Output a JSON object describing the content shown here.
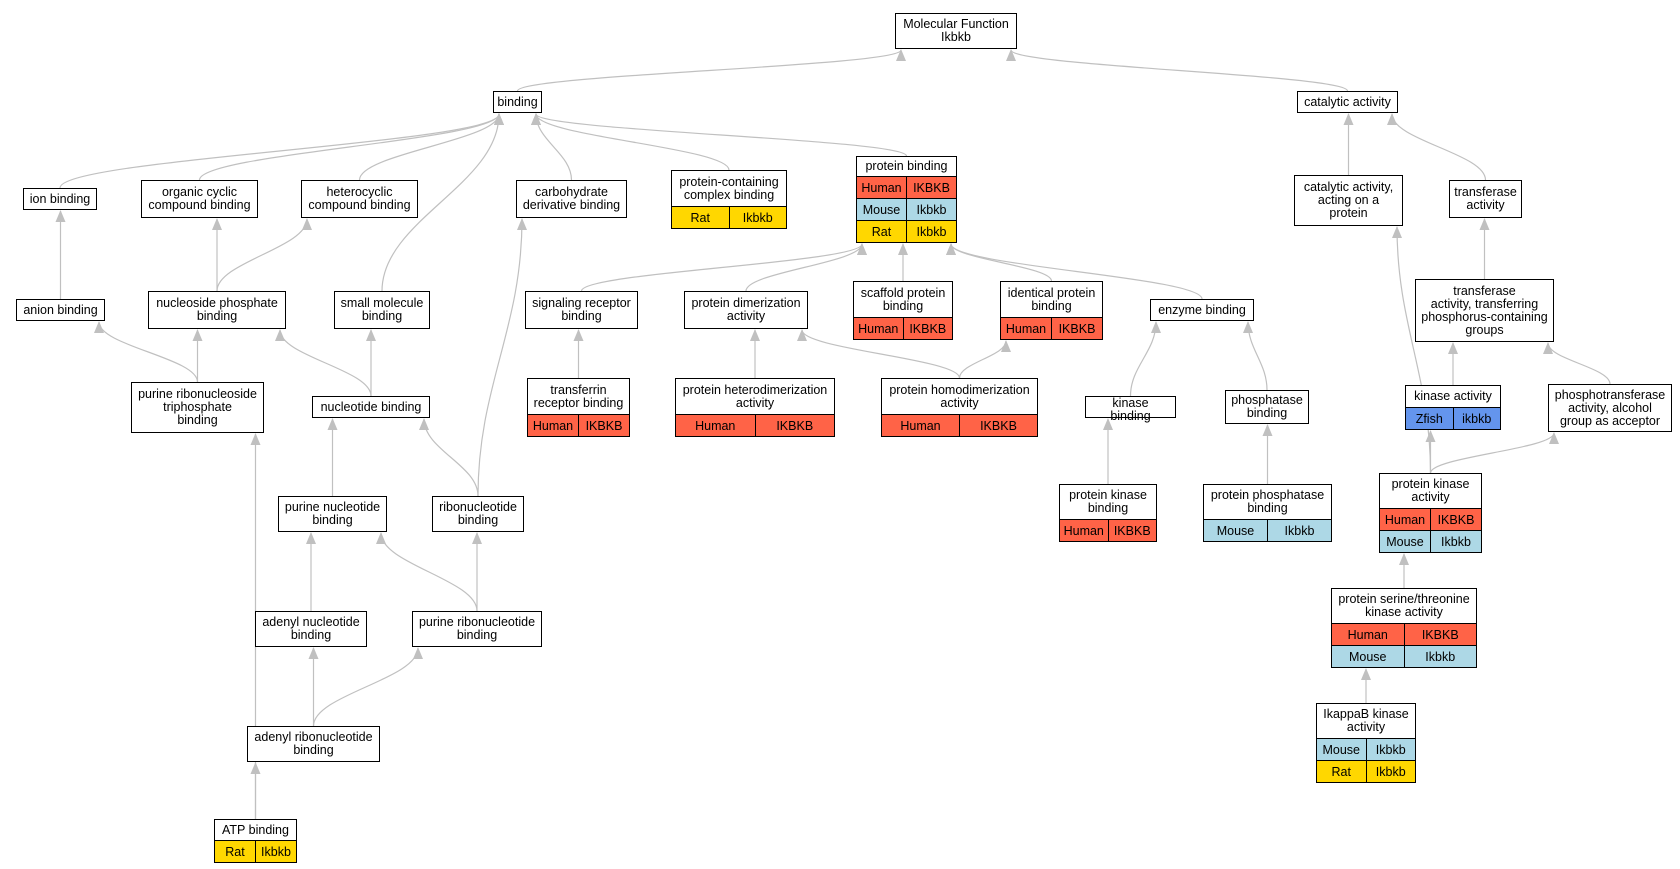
{
  "colors": {
    "Human": "#ff6347",
    "Mouse": "#add8e6",
    "Rat": "#ffd700",
    "Zfish": "#6495ed",
    "edge": "#c0c0c0"
  },
  "nodes": [
    {
      "id": "molecular_function",
      "label": "Molecular Function\nIkbkb",
      "rows": []
    },
    {
      "id": "binding",
      "label": "binding",
      "rows": []
    },
    {
      "id": "catalytic_activity",
      "label": "catalytic activity",
      "rows": []
    },
    {
      "id": "ion_binding",
      "label": "ion binding",
      "rows": []
    },
    {
      "id": "organic_cyclic_compound_binding",
      "label": "organic cyclic\ncompound binding",
      "rows": []
    },
    {
      "id": "heterocyclic_compound_binding",
      "label": "heterocyclic\ncompound binding",
      "rows": []
    },
    {
      "id": "carbohydrate_derivative_binding",
      "label": "carbohydrate\nderivative binding",
      "rows": []
    },
    {
      "id": "protein_containing_complex_binding",
      "label": "protein-containing\ncomplex binding",
      "rows": [
        [
          "Rat",
          "Ikbkb"
        ]
      ]
    },
    {
      "id": "protein_binding",
      "label": "protein binding",
      "rows": [
        [
          "Human",
          "IKBKB"
        ],
        [
          "Mouse",
          "Ikbkb"
        ],
        [
          "Rat",
          "Ikbkb"
        ]
      ]
    },
    {
      "id": "catalytic_activity_on_protein",
      "label": "catalytic activity,\nacting on a\nprotein",
      "rows": []
    },
    {
      "id": "transferase_activity",
      "label": "transferase\nactivity",
      "rows": []
    },
    {
      "id": "anion_binding",
      "label": "anion binding",
      "rows": []
    },
    {
      "id": "nucleoside_phosphate_binding",
      "label": "nucleoside phosphate\nbinding",
      "rows": []
    },
    {
      "id": "small_molecule_binding",
      "label": "small molecule\nbinding",
      "rows": []
    },
    {
      "id": "signaling_receptor_binding",
      "label": "signaling receptor\nbinding",
      "rows": []
    },
    {
      "id": "protein_dimerization_activity",
      "label": "protein dimerization\nactivity",
      "rows": []
    },
    {
      "id": "scaffold_protein_binding",
      "label": "scaffold protein\nbinding",
      "rows": [
        [
          "Human",
          "IKBKB"
        ]
      ]
    },
    {
      "id": "identical_protein_binding",
      "label": "identical protein\nbinding",
      "rows": [
        [
          "Human",
          "IKBKB"
        ]
      ]
    },
    {
      "id": "enzyme_binding",
      "label": "enzyme binding",
      "rows": []
    },
    {
      "id": "transferase_phosphorus",
      "label": "transferase\nactivity, transferring\nphosphorus-containing\ngroups",
      "rows": []
    },
    {
      "id": "purine_ribonucleoside_triphosphate_binding",
      "label": "purine ribonucleoside\ntriphosphate\nbinding",
      "rows": []
    },
    {
      "id": "nucleotide_binding",
      "label": "nucleotide binding",
      "rows": []
    },
    {
      "id": "transferrin_receptor_binding",
      "label": "transferrin\nreceptor binding",
      "rows": [
        [
          "Human",
          "IKBKB"
        ]
      ]
    },
    {
      "id": "protein_heterodimerization_activity",
      "label": "protein heterodimerization\nactivity",
      "rows": [
        [
          "Human",
          "IKBKB"
        ]
      ]
    },
    {
      "id": "protein_homodimerization_activity",
      "label": "protein homodimerization\nactivity",
      "rows": [
        [
          "Human",
          "IKBKB"
        ]
      ]
    },
    {
      "id": "kinase_binding",
      "label": "kinase binding",
      "rows": []
    },
    {
      "id": "phosphatase_binding",
      "label": "phosphatase\nbinding",
      "rows": []
    },
    {
      "id": "kinase_activity",
      "label": "kinase activity",
      "rows": [
        [
          "Zfish",
          "ikbkb"
        ]
      ]
    },
    {
      "id": "phosphotransferase_alcohol",
      "label": "phosphotransferase\nactivity, alcohol\ngroup as acceptor",
      "rows": []
    },
    {
      "id": "purine_nucleotide_binding",
      "label": "purine nucleotide\nbinding",
      "rows": []
    },
    {
      "id": "ribonucleotide_binding",
      "label": "ribonucleotide\nbinding",
      "rows": []
    },
    {
      "id": "protein_kinase_binding",
      "label": "protein kinase\nbinding",
      "rows": [
        [
          "Human",
          "IKBKB"
        ]
      ]
    },
    {
      "id": "protein_phosphatase_binding",
      "label": "protein phosphatase\nbinding",
      "rows": [
        [
          "Mouse",
          "Ikbkb"
        ]
      ]
    },
    {
      "id": "protein_kinase_activity",
      "label": "protein kinase\nactivity",
      "rows": [
        [
          "Human",
          "IKBKB"
        ],
        [
          "Mouse",
          "Ikbkb"
        ]
      ]
    },
    {
      "id": "protein_serine_threonine_kinase_activity",
      "label": "protein serine/threonine\nkinase activity",
      "rows": [
        [
          "Human",
          "IKBKB"
        ],
        [
          "Mouse",
          "Ikbkb"
        ]
      ]
    },
    {
      "id": "adenyl_nucleotide_binding",
      "label": "adenyl nucleotide\nbinding",
      "rows": []
    },
    {
      "id": "purine_ribonucleotide_binding",
      "label": "purine ribonucleotide\nbinding",
      "rows": []
    },
    {
      "id": "ikappab_kinase_activity",
      "label": "IkappaB kinase\nactivity",
      "rows": [
        [
          "Mouse",
          "Ikbkb"
        ],
        [
          "Rat",
          "Ikbkb"
        ]
      ]
    },
    {
      "id": "adenyl_ribonucleotide_binding",
      "label": "adenyl ribonucleotide\nbinding",
      "rows": []
    },
    {
      "id": "atp_binding",
      "label": "ATP binding",
      "rows": [
        [
          "Rat",
          "Ikbkb"
        ]
      ]
    }
  ],
  "edges": [
    [
      "binding",
      "molecular_function"
    ],
    [
      "catalytic_activity",
      "molecular_function"
    ],
    [
      "ion_binding",
      "binding"
    ],
    [
      "organic_cyclic_compound_binding",
      "binding"
    ],
    [
      "heterocyclic_compound_binding",
      "binding"
    ],
    [
      "small_molecule_binding",
      "binding"
    ],
    [
      "carbohydrate_derivative_binding",
      "binding"
    ],
    [
      "protein_containing_complex_binding",
      "binding"
    ],
    [
      "protein_binding",
      "binding"
    ],
    [
      "catalytic_activity_on_protein",
      "catalytic_activity"
    ],
    [
      "transferase_activity",
      "catalytic_activity"
    ],
    [
      "anion_binding",
      "ion_binding"
    ],
    [
      "nucleoside_phosphate_binding",
      "organic_cyclic_compound_binding"
    ],
    [
      "nucleoside_phosphate_binding",
      "heterocyclic_compound_binding"
    ],
    [
      "signaling_receptor_binding",
      "protein_binding"
    ],
    [
      "protein_dimerization_activity",
      "protein_binding"
    ],
    [
      "scaffold_protein_binding",
      "protein_binding"
    ],
    [
      "identical_protein_binding",
      "protein_binding"
    ],
    [
      "enzyme_binding",
      "protein_binding"
    ],
    [
      "transferase_phosphorus",
      "transferase_activity"
    ],
    [
      "purine_ribonucleoside_triphosphate_binding",
      "anion_binding"
    ],
    [
      "purine_ribonucleoside_triphosphate_binding",
      "nucleoside_phosphate_binding"
    ],
    [
      "nucleotide_binding",
      "nucleoside_phosphate_binding"
    ],
    [
      "nucleotide_binding",
      "small_molecule_binding"
    ],
    [
      "transferrin_receptor_binding",
      "signaling_receptor_binding"
    ],
    [
      "protein_heterodimerization_activity",
      "protein_dimerization_activity"
    ],
    [
      "protein_homodimerization_activity",
      "protein_dimerization_activity"
    ],
    [
      "protein_homodimerization_activity",
      "identical_protein_binding"
    ],
    [
      "kinase_binding",
      "enzyme_binding"
    ],
    [
      "phosphatase_binding",
      "enzyme_binding"
    ],
    [
      "kinase_activity",
      "transferase_phosphorus"
    ],
    [
      "phosphotransferase_alcohol",
      "transferase_phosphorus"
    ],
    [
      "purine_nucleotide_binding",
      "nucleotide_binding"
    ],
    [
      "ribonucleotide_binding",
      "nucleotide_binding"
    ],
    [
      "ribonucleotide_binding",
      "carbohydrate_derivative_binding"
    ],
    [
      "protein_kinase_binding",
      "kinase_binding"
    ],
    [
      "protein_phosphatase_binding",
      "phosphatase_binding"
    ],
    [
      "protein_kinase_activity",
      "kinase_activity"
    ],
    [
      "protein_kinase_activity",
      "phosphotransferase_alcohol"
    ],
    [
      "protein_kinase_activity",
      "catalytic_activity_on_protein"
    ],
    [
      "protein_serine_threonine_kinase_activity",
      "protein_kinase_activity"
    ],
    [
      "adenyl_nucleotide_binding",
      "purine_nucleotide_binding"
    ],
    [
      "purine_ribonucleotide_binding",
      "purine_nucleotide_binding"
    ],
    [
      "purine_ribonucleotide_binding",
      "ribonucleotide_binding"
    ],
    [
      "ikappab_kinase_activity",
      "protein_serine_threonine_kinase_activity"
    ],
    [
      "adenyl_ribonucleotide_binding",
      "adenyl_nucleotide_binding"
    ],
    [
      "adenyl_ribonucleotide_binding",
      "purine_ribonucleotide_binding"
    ],
    [
      "atp_binding",
      "adenyl_ribonucleotide_binding"
    ],
    [
      "atp_binding",
      "purine_ribonucleoside_triphosphate_binding"
    ]
  ]
}
